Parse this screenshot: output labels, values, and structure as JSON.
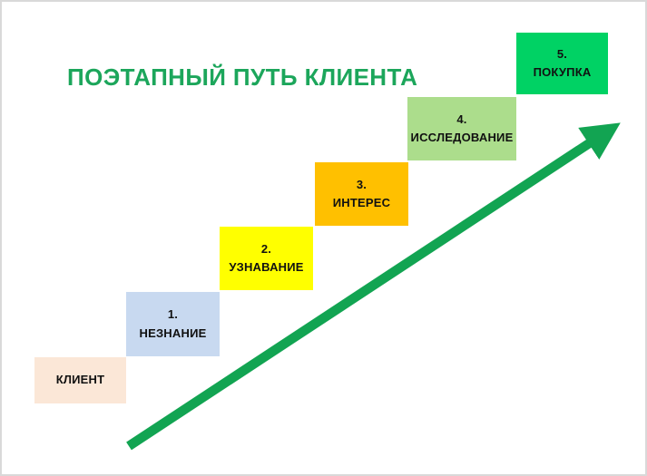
{
  "frame": {
    "background": "#ffffff",
    "border_color": "#d9d9d9",
    "text_color": "#111111"
  },
  "title": {
    "text": "ПОЭТАПНЫЙ ПУТЬ КЛИЕНТА",
    "color": "#1CA65B"
  },
  "client": {
    "label": "КЛИЕНТ",
    "color": "#FBE7D7"
  },
  "steps": [
    {
      "number": "1.",
      "label": "НЕЗНАНИЕ",
      "color": "#C8D9F0"
    },
    {
      "number": "2.",
      "label": "УЗНАВАНИЕ",
      "color": "#FFFF00"
    },
    {
      "number": "3.",
      "label": "ИНТЕРЕС",
      "color": "#FFC000"
    },
    {
      "number": "4.",
      "label": "ИССЛЕДОВАНИЕ",
      "color": "#ACDD8C"
    },
    {
      "number": "5.",
      "label": "ПОКУПКА",
      "color": "#00D264"
    }
  ],
  "arrow": {
    "color": "#12A452",
    "direction": "up-right"
  }
}
